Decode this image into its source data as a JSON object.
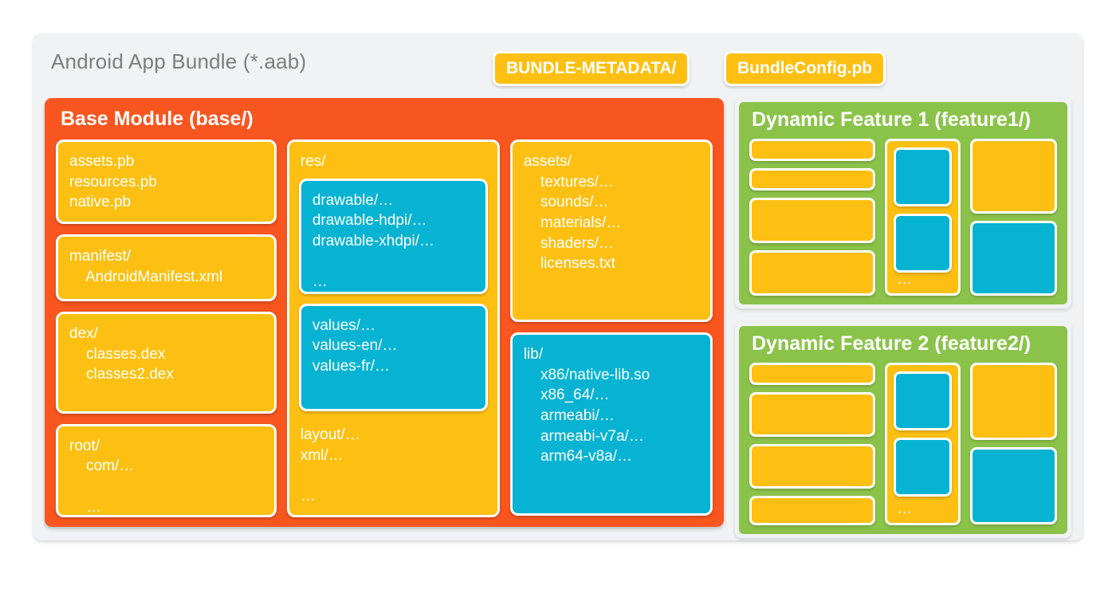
{
  "bundle": {
    "title": "Android App Bundle (*.aab)",
    "metadata_pill": "BUNDLE-METADATA/",
    "config_pill": "BundleConfig.pb"
  },
  "base_module": {
    "title": "Base Module (base/)",
    "column1": [
      {
        "name": "protos-card",
        "text": "assets.pb\nresources.pb\nnative.pb"
      },
      {
        "name": "manifest-card",
        "text": "manifest/\n    AndroidManifest.xml"
      },
      {
        "name": "dex-card",
        "text": "dex/\n    classes.dex\n    classes2.dex\n\n    …"
      },
      {
        "name": "root-card",
        "text": "root/\n    com/…\n\n    …"
      }
    ],
    "res_card": {
      "label": "res/",
      "drawable_text": "drawable/…\ndrawable-hdpi/…\ndrawable-xhdpi/…\n\n…",
      "values_text": "values/…\nvalues-en/…\nvalues-fr/…\n\n…",
      "tail_text": "layout/…\nxml/…\n\n…"
    },
    "column3": [
      {
        "name": "assets-card",
        "text": "assets/\n    textures/…\n    sounds/…\n    materials/…\n    shaders/…\n    licenses.txt"
      },
      {
        "name": "lib-card",
        "text": "lib/\n    x86/native-lib.so\n    x86_64/…\n    armeabi/…\n    armeabi-v7a/…\n    arm64-v8a/…"
      }
    ]
  },
  "features": [
    {
      "title": "Dynamic Feature 1 (feature1/)",
      "col_a_heights": [
        30,
        30,
        62,
        62
      ],
      "col_b_heights": [
        74,
        74
      ],
      "col_b_ellipsis": "…",
      "col_c_heights": [
        97,
        97
      ]
    },
    {
      "title": "Dynamic Feature 2 (feature2/)",
      "col_a_heights": [
        30,
        62,
        62,
        40
      ],
      "col_b_heights": [
        74,
        74
      ],
      "col_b_ellipsis": "…",
      "col_c_heights": [
        97,
        97
      ]
    }
  ],
  "colors": {
    "page_background": "#ffffff",
    "container_gray": "#f1f2f3",
    "base_orange": "#f9551f",
    "gold": "#fdc012",
    "cyan": "#06b3d2",
    "green": "#8bc34a",
    "title_gray": "#7d7d7d",
    "card_border": "#ffffff"
  }
}
